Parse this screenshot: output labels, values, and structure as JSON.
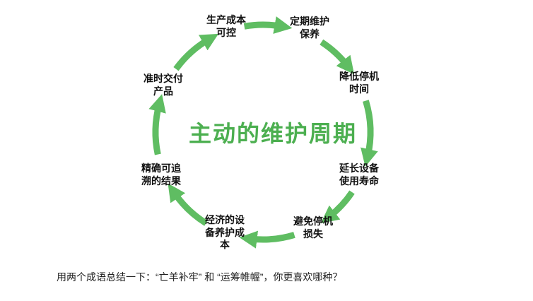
{
  "diagram": {
    "title": "主动的维护周期",
    "title_color": "#4caf50",
    "arrow_color": "#5fbd62",
    "nodes": [
      {
        "label": "生产成本\n可控"
      },
      {
        "label": "定期维护\n保养"
      },
      {
        "label": "降低停机\n时间"
      },
      {
        "label": "延长设备\n使用寿命"
      },
      {
        "label": "避免停机\n损失"
      },
      {
        "label": "经济的设\n备养护成\n本"
      },
      {
        "label": "精确可追\n溯的结果"
      },
      {
        "label": "准时交付\n产品"
      }
    ]
  },
  "caption": "用两个成语总结一下：“亡羊补牢” 和 “运筹帷幄”，你更喜欢哪种？"
}
